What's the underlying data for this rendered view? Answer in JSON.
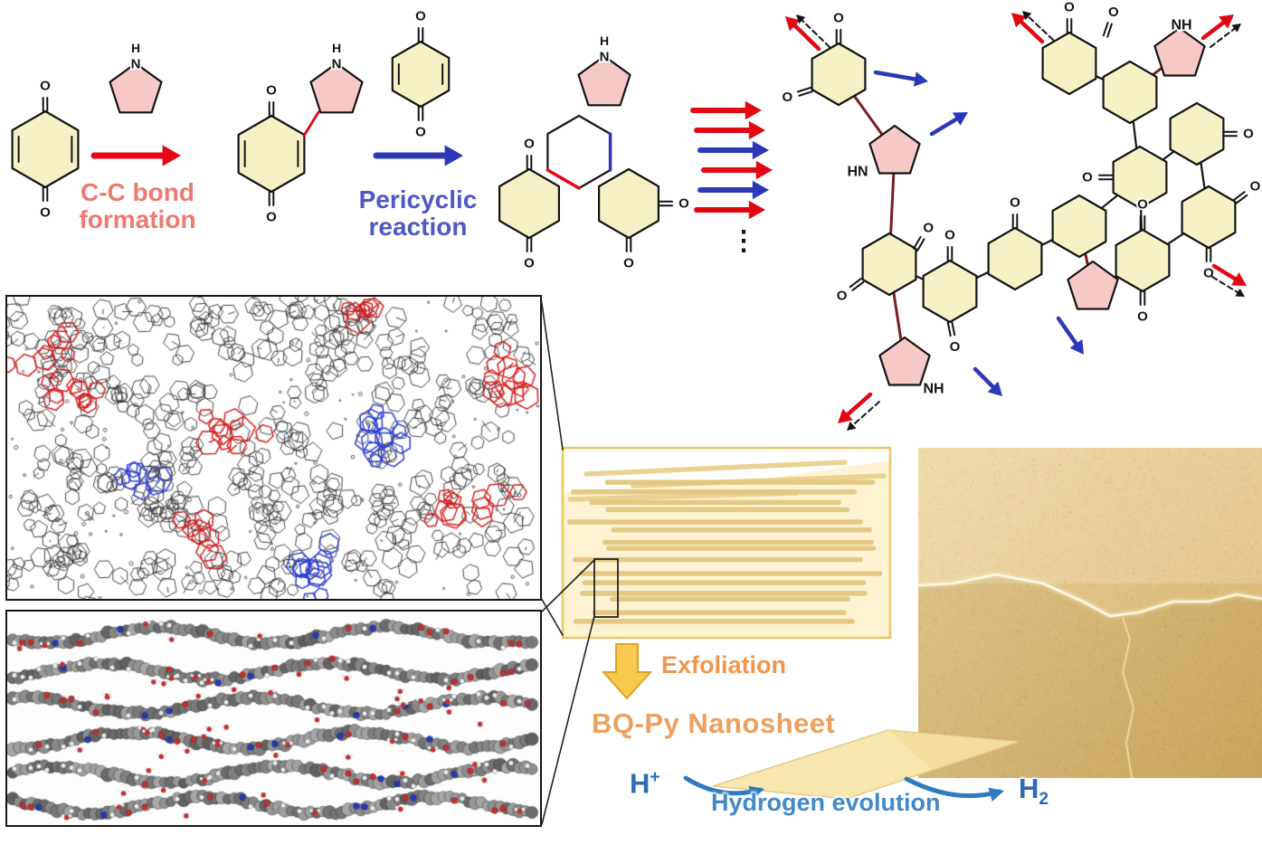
{
  "labels": {
    "O": "O",
    "N": "N",
    "H": "H",
    "NH": "NH",
    "HN": "HN"
  },
  "scheme": {
    "step1_line1": "C-C bond",
    "step1_line2": "formation",
    "step2_line1": "Pericyclic",
    "step2_line2": "reaction",
    "ellipsis": "⋮"
  },
  "process": {
    "exfoliation": "Exfoliation",
    "nanosheet": "BQ-Py Nanosheet",
    "hplus_base": "H",
    "hplus_sup": "+",
    "hydrogen_evolution": "Hydrogen evolution",
    "h2_base": "H",
    "h2_sub": "2"
  },
  "colors": {
    "red": "#e30613",
    "blue": "#2b38b8",
    "maroon": "#7a1f1f",
    "ring_yellow": "#f5f1c4",
    "pyrrole_pink": "#f6c8c6",
    "step1_text": "#ec7a70",
    "step2_text": "#4d59c5",
    "orange_text": "#f0964e",
    "nanosheet_text": "#eda05e",
    "ion_text": "#2a6cb5",
    "hydrogen_text": "#4189c7",
    "stack_fill": "#fdf3d2",
    "stack_stroke": "#e9c868",
    "sem_base": "#d9b76e"
  }
}
